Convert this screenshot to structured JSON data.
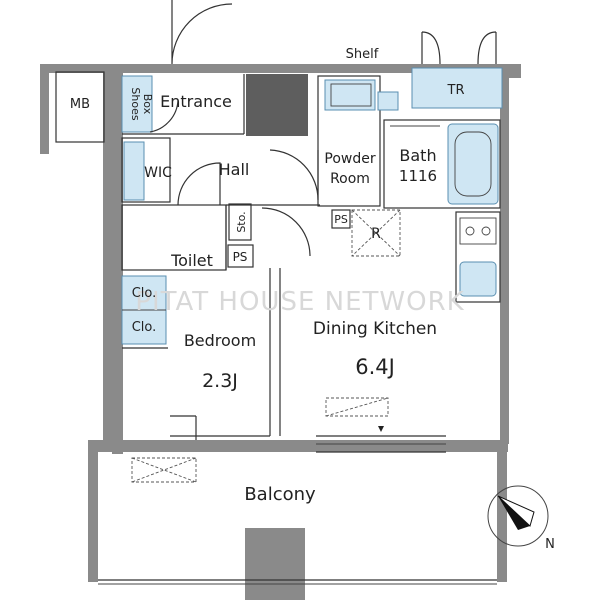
{
  "watermark": "PITAT HOUSE NETWORK",
  "rooms": {
    "mb": "MB",
    "shoes_box_1": "Shoes",
    "shoes_box_2": "Box",
    "entrance": "Entrance",
    "shelf": "Shelf",
    "tr": "TR",
    "wic": "WIC",
    "hall": "Hall",
    "powder_room_1": "Powder",
    "powder_room_2": "Room",
    "bath_1": "Bath",
    "bath_2": "1116",
    "storage": "Sto.",
    "ps_hall": "PS",
    "ps_kitchen": "PS",
    "refrigerator": "R",
    "toilet": "Toilet",
    "closet_1": "Clo.",
    "closet_2": "Clo.",
    "bedroom": "Bedroom",
    "bedroom_size": "2.3J",
    "dining_kitchen": "Dining Kitchen",
    "dining_kitchen_size": "6.4J",
    "balcony": "Balcony",
    "compass_n": "N"
  },
  "colors": {
    "wall": "#8a8a8a",
    "fixture_blue": "#cfe6f3",
    "fixture_outline": "#5a8fb0"
  }
}
